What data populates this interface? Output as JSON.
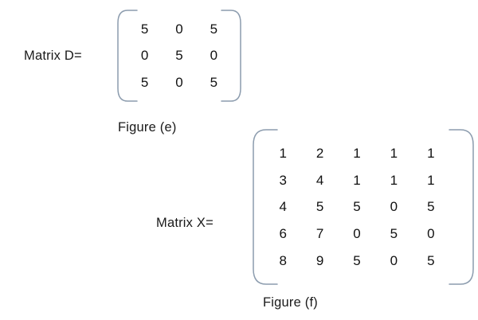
{
  "figures": [
    {
      "id": "matrix-d",
      "label": "Matrix D=",
      "caption": "Figure (e)",
      "rows": 3,
      "cols": 3,
      "values": [
        [
          "5",
          "0",
          "5"
        ],
        [
          "0",
          "5",
          "0"
        ],
        [
          "5",
          "0",
          "5"
        ]
      ]
    },
    {
      "id": "matrix-x",
      "label": "Matrix X=",
      "caption": "Figure (f)",
      "rows": 5,
      "cols": 5,
      "values": [
        [
          "1",
          "2",
          "1",
          "1",
          "1"
        ],
        [
          "3",
          "4",
          "1",
          "1",
          "1"
        ],
        [
          "4",
          "5",
          "5",
          "0",
          "5"
        ],
        [
          "6",
          "7",
          "0",
          "5",
          "0"
        ],
        [
          "8",
          "9",
          "5",
          "0",
          "5"
        ]
      ]
    }
  ],
  "colors": {
    "background": "#ffffff",
    "text": "#111111",
    "bracket": "#8c9cae"
  }
}
